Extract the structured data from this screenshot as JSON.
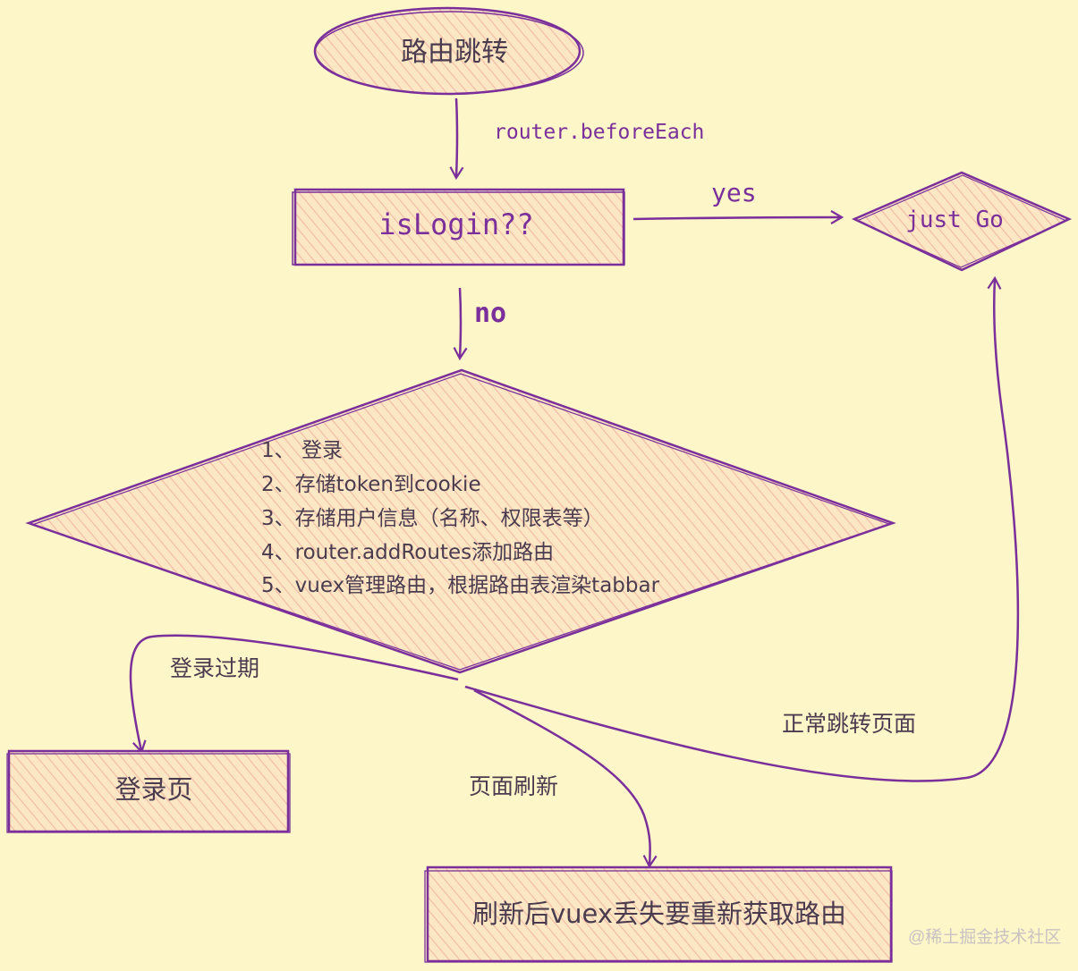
{
  "nodes": {
    "start": "路由跳转",
    "check": "isLogin??",
    "go": "just Go",
    "process_lines": [
      "1、  登录",
      "2、存储token到cookie",
      "3、存储用户信息（名称、权限表等）",
      "4、router.addRoutes添加路由",
      "5、vuex管理路由，根据路由表渲染tabbar"
    ],
    "login_page": "登录页",
    "refresh_result": "刷新后vuex丢失要重新获取路由"
  },
  "edges": {
    "before_each": "router.beforeEach",
    "yes": "yes",
    "no": "no",
    "expired": "登录过期",
    "normal": "正常跳转页面",
    "refresh": "页面刷新"
  },
  "watermark": "@稀土掘金技术社区",
  "colors": {
    "stroke": "#7a2f9a",
    "fill_hatch": "#f2b6a6",
    "background": "#fdf6c8"
  }
}
